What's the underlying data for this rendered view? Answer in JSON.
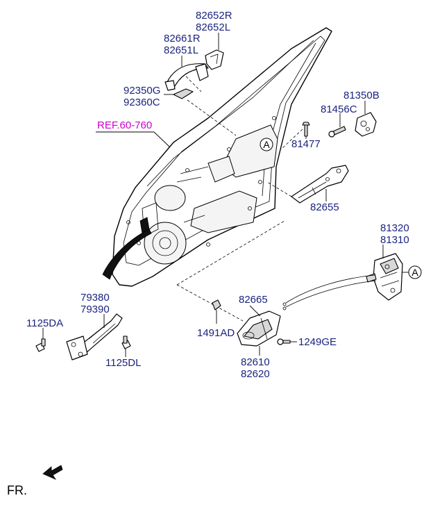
{
  "reference": "REF.60-760",
  "labels": {
    "82652R": "82652R",
    "82652L": "82652L",
    "82661R": "82661R",
    "82651L": "82651L",
    "92350G": "92350G",
    "92360C": "92360C",
    "81350B": "81350B",
    "81456C": "81456C",
    "81477": "81477",
    "82655": "82655",
    "81320": "81320",
    "81310": "81310",
    "79380": "79380",
    "79390": "79390",
    "1125DA": "1125DA",
    "1125DL": "1125DL",
    "82665": "82665",
    "1491AD": "1491AD",
    "1249GE": "1249GE",
    "82610": "82610",
    "82620": "82620"
  },
  "callouts": {
    "a1": "A",
    "a2": "A"
  },
  "direction": {
    "label": "FR."
  }
}
